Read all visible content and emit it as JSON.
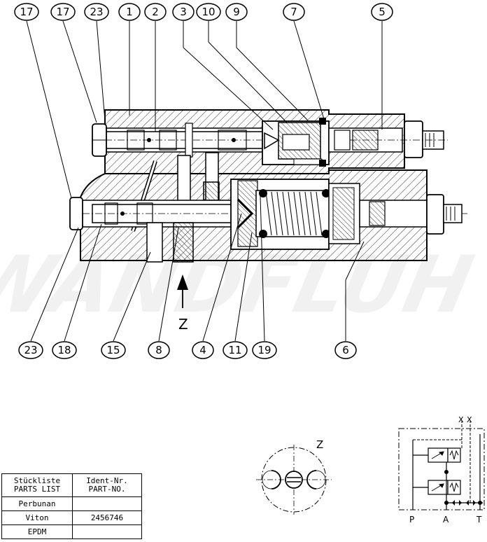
{
  "drawing": {
    "callouts_top": [
      "17",
      "17",
      "23",
      "1",
      "2",
      "3",
      "10",
      "9",
      "7",
      "5"
    ],
    "callouts_bottom": [
      "23",
      "18",
      "15",
      "8",
      "4",
      "11",
      "19",
      "6"
    ],
    "view_arrow_label": "Z",
    "detail_view_label": "Z",
    "watermark": "WANDFLUH"
  },
  "symbol": {
    "port_labels": [
      "P",
      "A",
      "T"
    ],
    "pilot_labels": [
      "X",
      "X"
    ]
  },
  "parts_list": {
    "header_col1_line1": "Stückliste",
    "header_col1_line2": "PARTS LIST",
    "header_col2_line1": "Ident-Nr.",
    "header_col2_line2": "PART-NO.",
    "rows": [
      {
        "material": "Perbunan",
        "part_no": ""
      },
      {
        "material": "Viton",
        "part_no": "2456746"
      },
      {
        "material": "EPDM",
        "part_no": ""
      }
    ]
  }
}
